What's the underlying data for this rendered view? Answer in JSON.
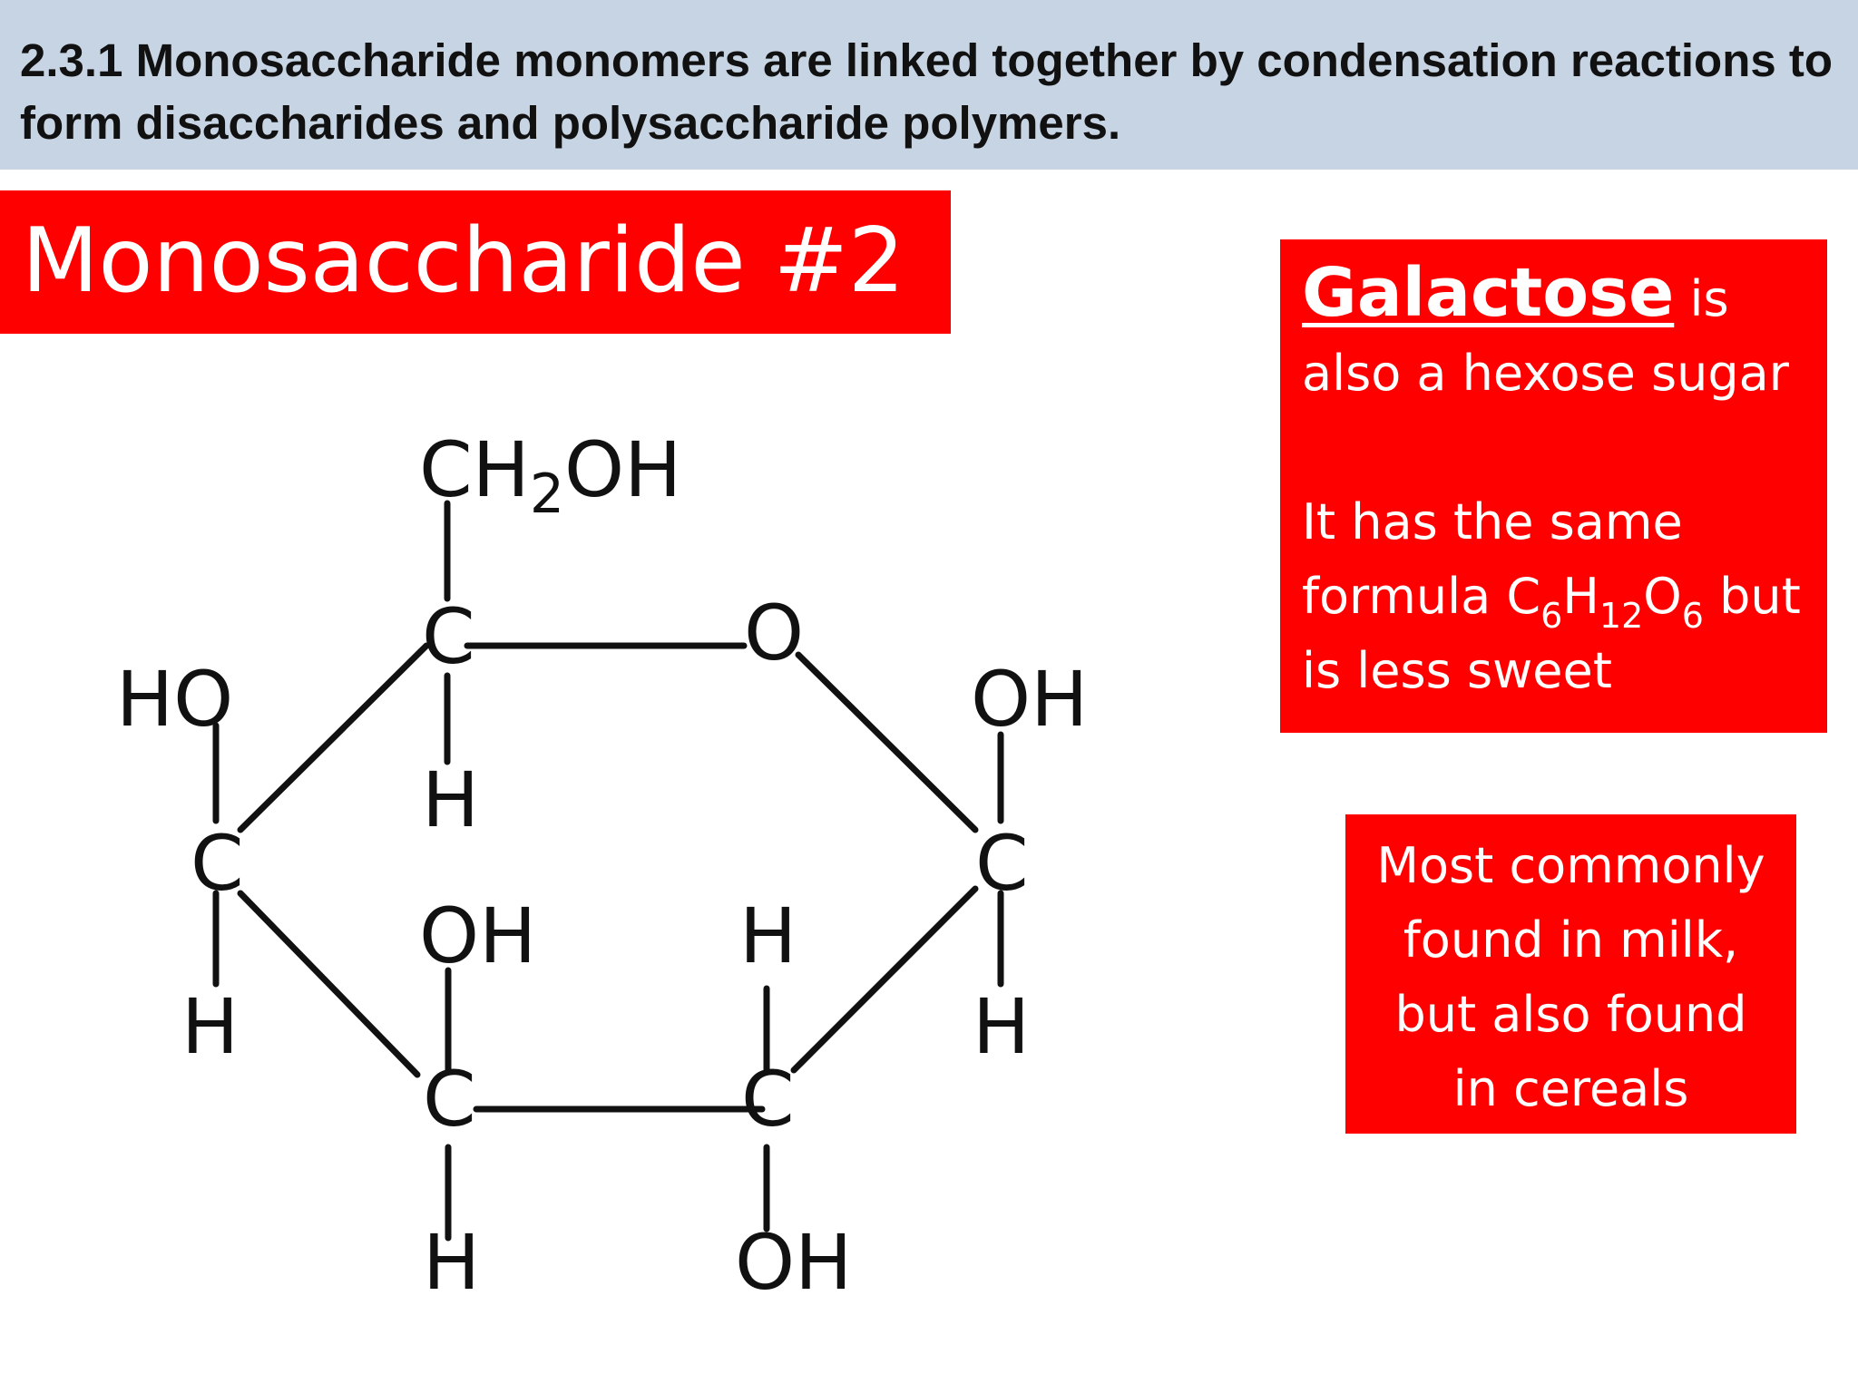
{
  "header": {
    "title": "2.3.1 Monosaccharide monomers are linked together by condensation reactions to form disaccharides and polysaccharide polymers."
  },
  "section": {
    "title": "Monosaccharide #2"
  },
  "info": {
    "highlight": "Galactose",
    "line1_rest": " is also a hexose sugar",
    "line2_start": "It has the same formula C",
    "sub1": "6",
    "mid1": "H",
    "sub2": "12",
    "mid2": "O",
    "sub3": "6",
    "line2_end": " but is less sweet"
  },
  "note": {
    "lines": [
      "Most commonly",
      "found in milk,",
      "but also found",
      "in cereals"
    ]
  },
  "structure": {
    "labels": {
      "ch2oh_main": "CH",
      "ch2oh_sub": "2",
      "ch2oh_end": "OH",
      "ring_oxygen": "O",
      "c5": "C",
      "c5_h": "H",
      "c4": "C",
      "c4_ho": "HO",
      "c4_h": "H",
      "c3": "C",
      "c3_oh": "OH",
      "c3_h": "H",
      "c2": "C",
      "c2_h": "H",
      "c2_oh": "OH",
      "c1": "C",
      "c1_oh": "OH",
      "c1_h": "H"
    }
  },
  "colors": {
    "header_band": "#c7d4e3",
    "accent_red": "#fe0000",
    "text_dark": "#111111"
  }
}
